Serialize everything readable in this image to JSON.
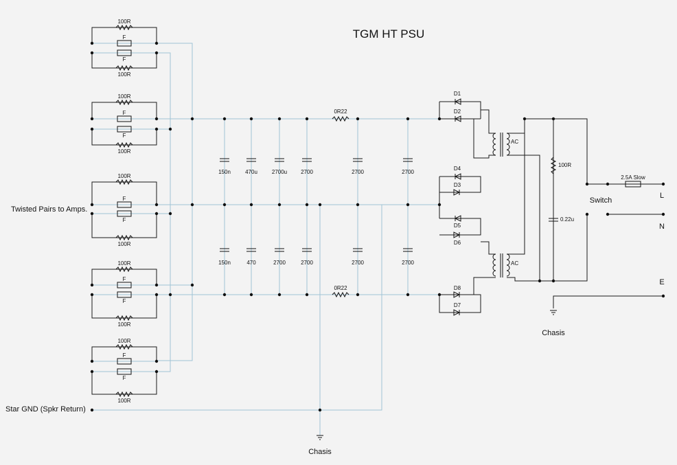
{
  "title": "TGM HT PSU",
  "labels": {
    "twisted_pairs": "Twisted Pairs to Amps.",
    "star_gnd": "Star GND (Spkr Return)",
    "chasis": "Chasis",
    "chassis": "Chasis",
    "switch": "Switch",
    "L": "L",
    "N": "N",
    "E": "E",
    "ac": "AC",
    "fuse": "2.5A Slow",
    "r_bleed": "100R",
    "c_snub": "0.22u",
    "r_series": "0R22",
    "r_fan": "100R",
    "fan_fuse": "F"
  },
  "caps_top": [
    "150n",
    "470u",
    "2700u",
    "2700",
    "2700",
    "2700"
  ],
  "caps_bottom": [
    "150n",
    "470",
    "2700",
    "2700",
    "2700",
    "2700"
  ],
  "diodes": [
    "D1",
    "D2",
    "D3",
    "D4",
    "D5",
    "D6",
    "D7",
    "D8"
  ]
}
